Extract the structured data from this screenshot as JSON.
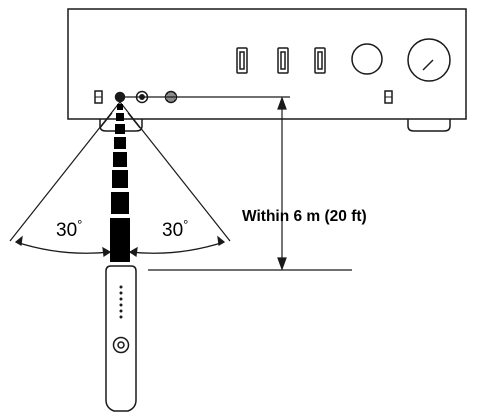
{
  "labels": {
    "angle_left": "30",
    "angle_right": "30",
    "degree_mark": "°",
    "distance": "Within 6 m (20 ft)"
  },
  "colors": {
    "stroke": "#1a1a1a",
    "beam": "#000000",
    "background": "#ffffff"
  },
  "icons": {
    "receiver": "infrared-sensor-icon",
    "remote": "remote-control-icon"
  }
}
